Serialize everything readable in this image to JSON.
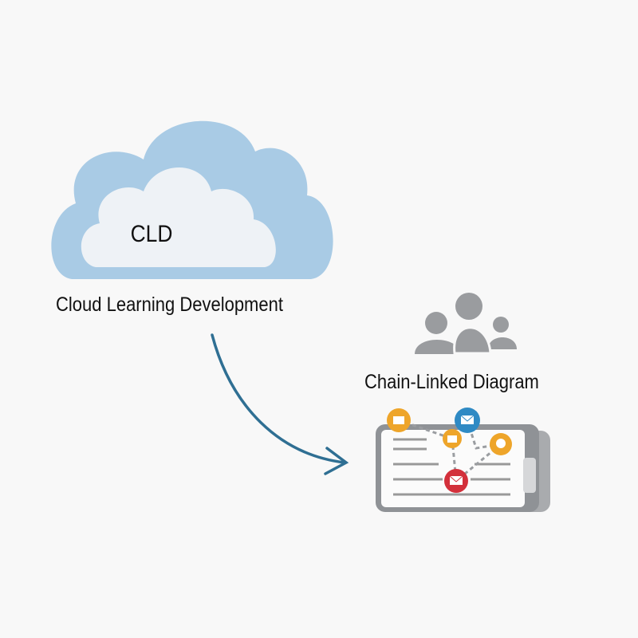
{
  "cloud": {
    "acronym": "CLD",
    "label": "Cloud Learning Development"
  },
  "diagram": {
    "label": "Chain-Linked Diagram"
  },
  "colors": {
    "cloud_outer": "#a9cbe5",
    "cloud_inner": "#eef2f6",
    "arrow": "#2f6f93",
    "people": "#9a9c9f",
    "orange": "#eea52a",
    "blue": "#2f8ac4",
    "red": "#d3303b"
  },
  "nodes": [
    {
      "icon": "folder-icon",
      "color": "orange"
    },
    {
      "icon": "mail-icon",
      "color": "blue"
    },
    {
      "icon": "gift-icon",
      "color": "orange"
    },
    {
      "icon": "chat-icon",
      "color": "orange"
    },
    {
      "icon": "mail-icon",
      "color": "red"
    }
  ]
}
